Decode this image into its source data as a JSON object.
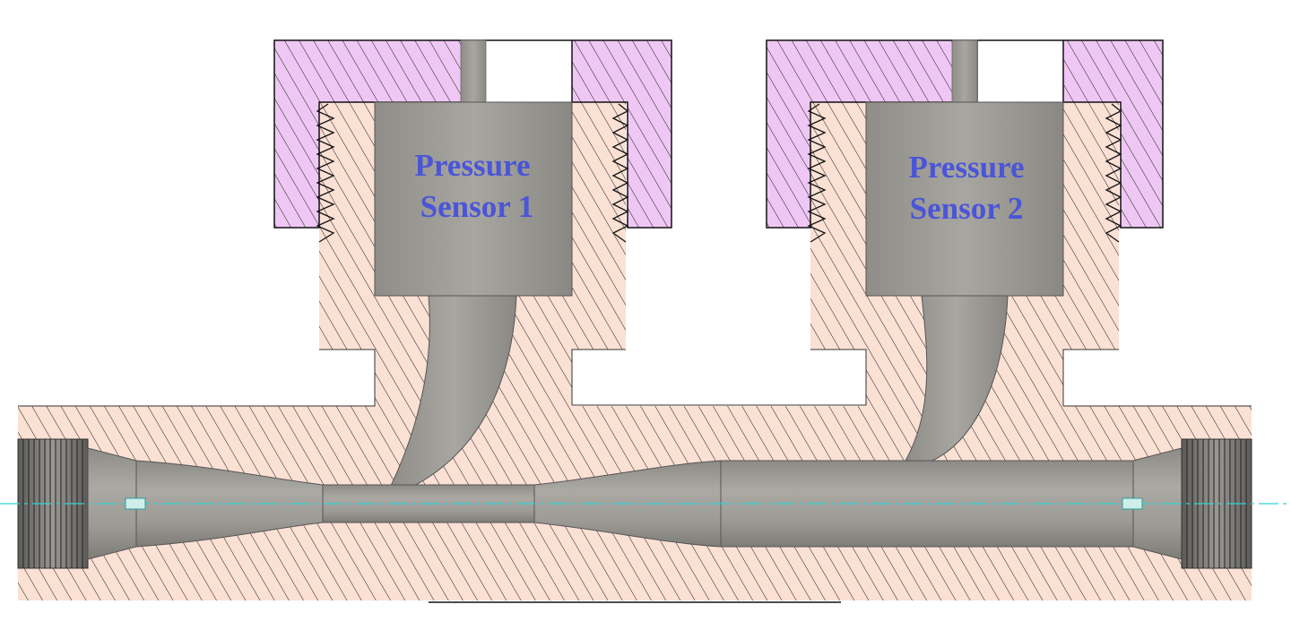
{
  "sensors": [
    {
      "label_line1": "Pressure",
      "label_line2": "Sensor 1"
    },
    {
      "label_line1": "Pressure",
      "label_line2": "Sensor 2"
    }
  ],
  "colors": {
    "body_fill": "#fbe0d4",
    "cap_fill": "#efc7f4",
    "hatch": "#1a1a1a",
    "steel": "#a3a19b",
    "label": "#4a55d8",
    "centerline": "#2ad6d6"
  },
  "icons": [
    "section-hatch",
    "thread-icon",
    "centerline"
  ]
}
